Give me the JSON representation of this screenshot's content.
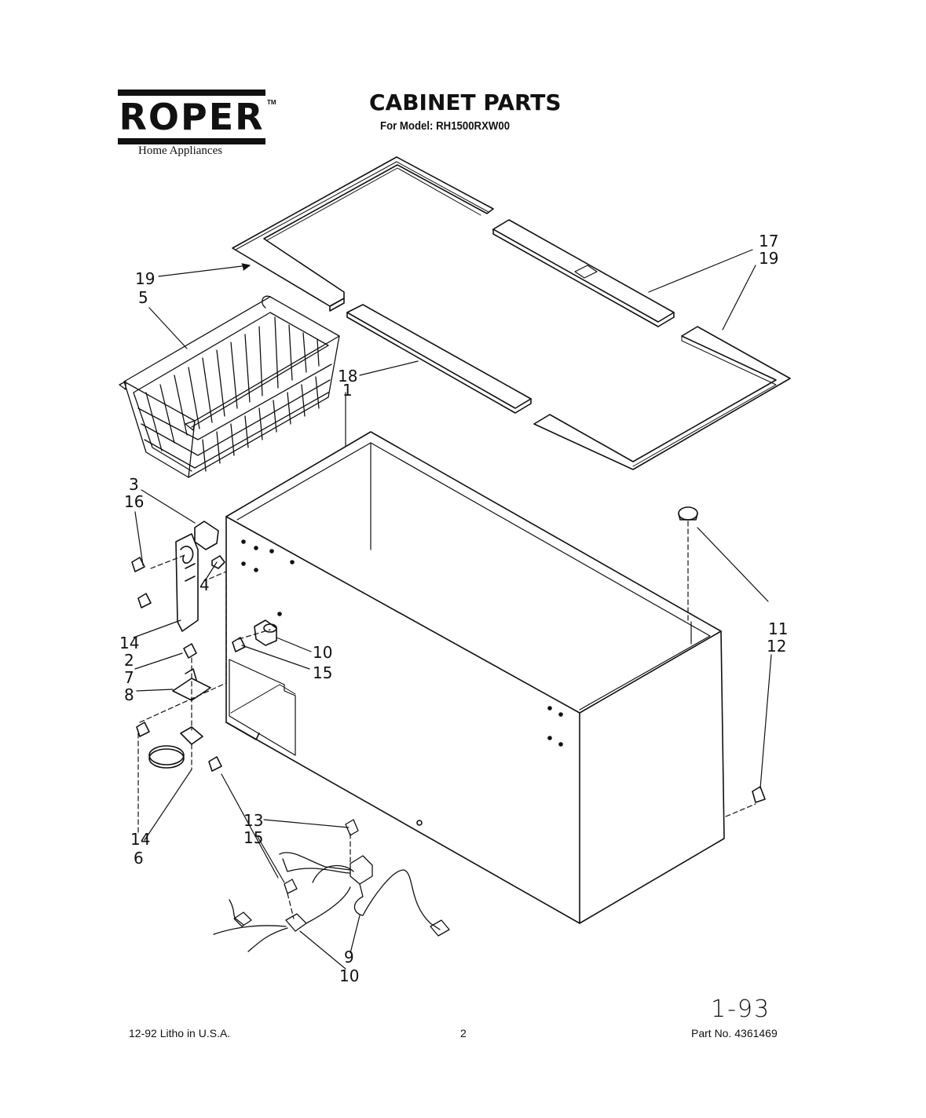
{
  "header": {
    "brand": "ROPER",
    "brand_tm": "TM",
    "brand_subtitle": "Home Appliances",
    "title": "CABINET PARTS",
    "model_line": "For Model: RH1500RXW00"
  },
  "callouts": [
    "19",
    "5",
    "17",
    "19",
    "18",
    "1",
    "3",
    "16",
    "14",
    "2",
    "4",
    "10",
    "15",
    "7",
    "8",
    "11",
    "12",
    "14",
    "6",
    "13",
    "15",
    "9",
    "10"
  ],
  "footer": {
    "left": "12-92 Litho in U.S.A.",
    "center": "2",
    "right": "Part No. 4361469",
    "handwritten": "1-93"
  },
  "colors": {
    "ink": "#111111",
    "paper": "#ffffff"
  }
}
